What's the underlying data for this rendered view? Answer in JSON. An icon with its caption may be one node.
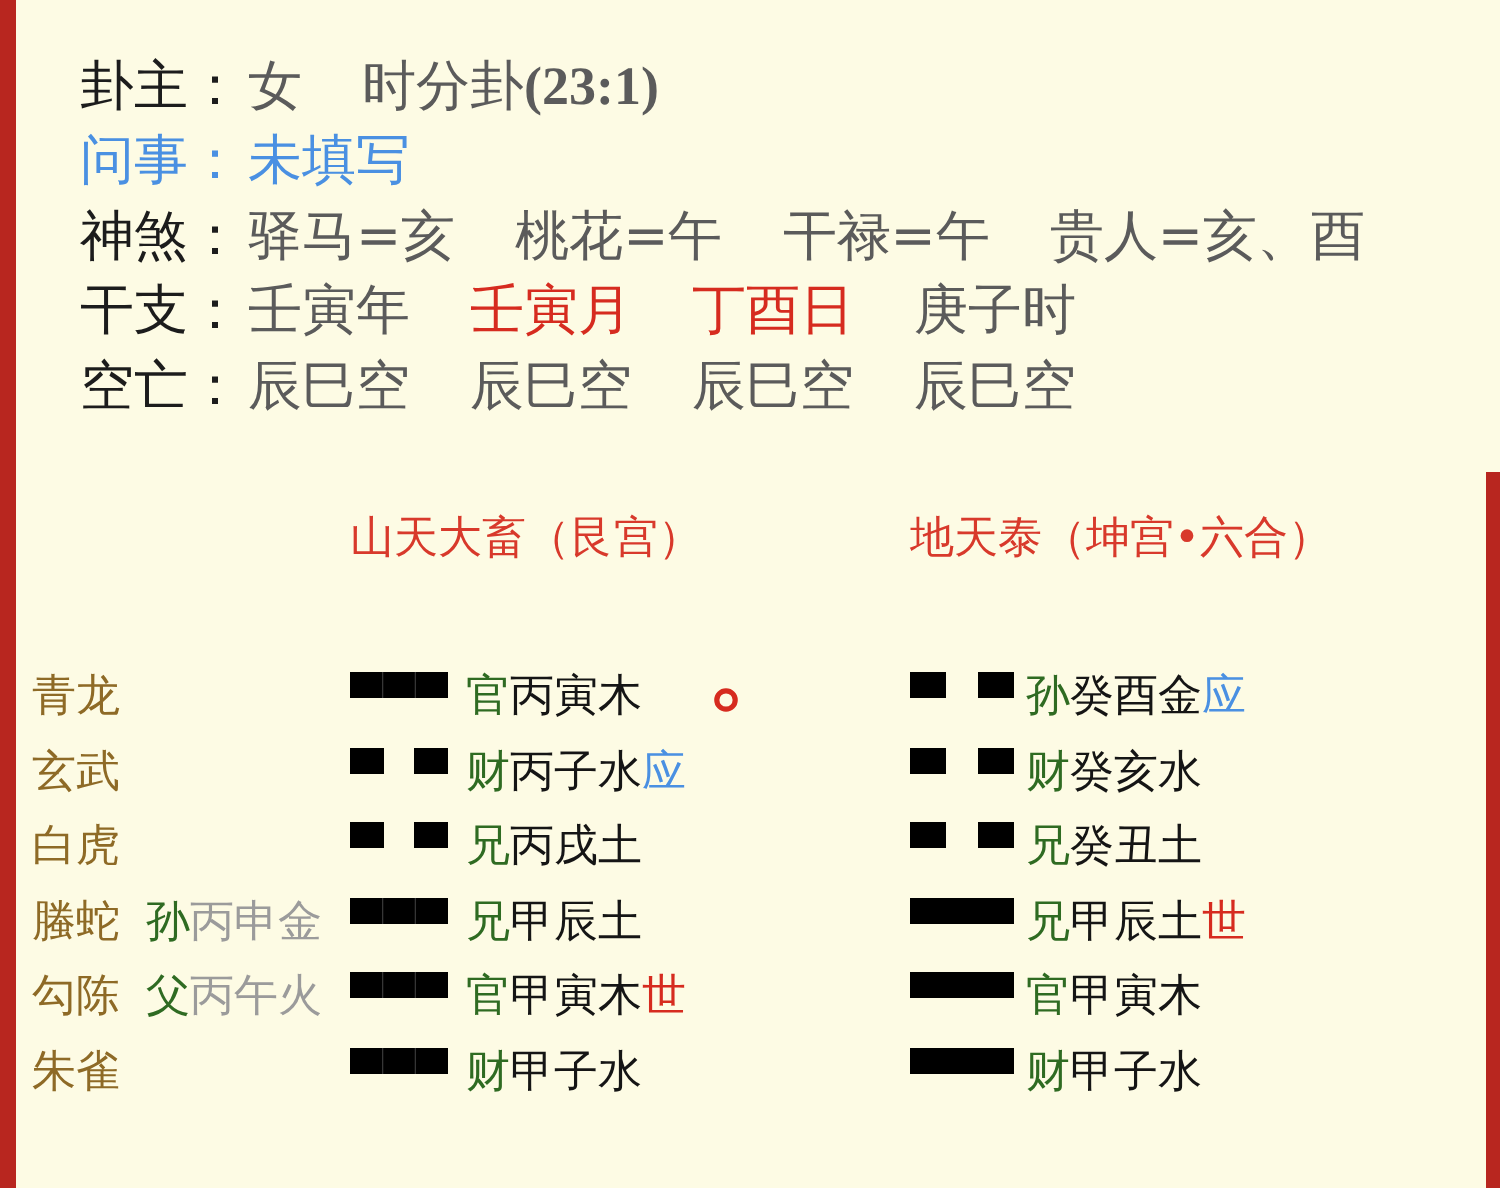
{
  "diagram": {
    "labels": [
      "卦主：",
      "女",
      "时分卦**(23:1)**",
      "问事：",
      "未填写",
      "神煞：",
      "驿马=亥",
      "桃花=午",
      "干禄=午",
      "贵人=亥、酉",
      "干支：",
      "壬寅年",
      "壬寅月",
      "丁酉日",
      "庚子时",
      "空亡：",
      "辰巳空",
      "辰巳空",
      "辰巳空",
      "辰巳空",
      "山天大畜（艮宫）",
      "地天泰（坤宫•六合）",
      "青龙",
      "官",
      "丙寅木",
      "孙",
      "癸酉金",
      "应",
      "玄武",
      "财",
      "丙子水",
      "应",
      "财",
      "癸亥水",
      "白虎",
      "兄",
      "丙戌土",
      "兄",
      "癸丑土",
      "螣蛇",
      "孙",
      "丙申金",
      "兄",
      "甲辰土",
      "兄",
      "甲辰土",
      "世",
      "勾陈",
      "父",
      "丙午火",
      "官",
      "甲寅木",
      "世",
      "官",
      "甲寅木",
      "朱雀",
      "财",
      "甲子水",
      "财",
      "甲子水"
    ]
  }
}
